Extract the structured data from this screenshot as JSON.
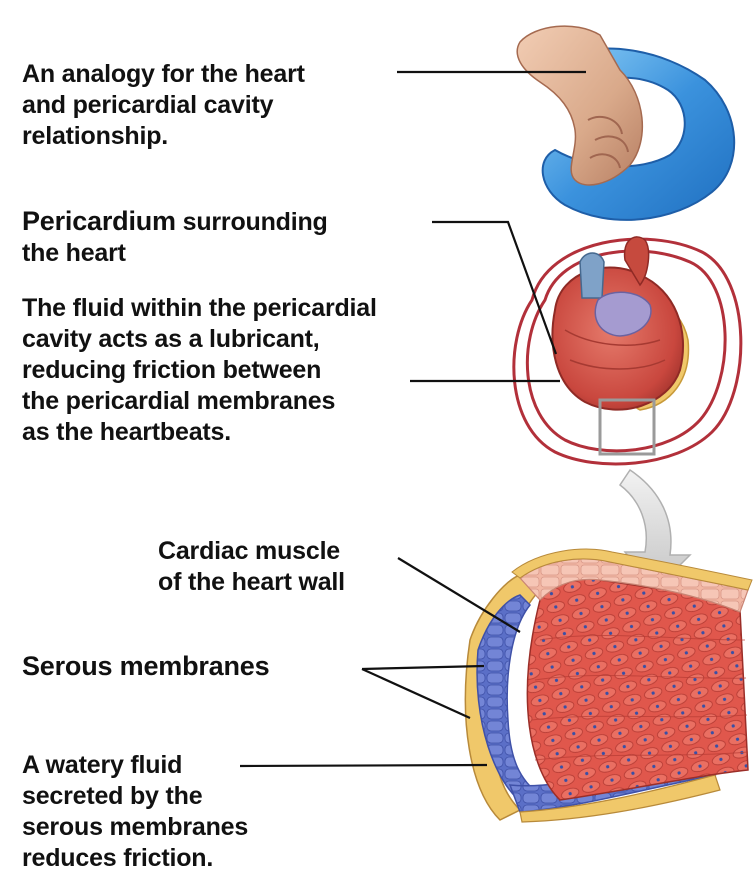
{
  "labels": {
    "analogy": {
      "line1": "An analogy for the heart",
      "line2_prefix": "and ",
      "line2_bold": "pericardial cavity",
      "line3": "relationship."
    },
    "pericardium": {
      "bold": "Pericardium",
      "rest": " surrounding",
      "line2": "the heart"
    },
    "fluid": {
      "line1": "The fluid within the pericardial",
      "line2": "cavity acts as a lubricant,",
      "line3": "reducing friction between",
      "line4": "the pericardial membranes",
      "line5": "as the heartbeats."
    },
    "cardiac": {
      "line1": "Cardiac muscle",
      "line2": "of the heart wall"
    },
    "serous": {
      "text": "Serous membranes"
    },
    "watery": {
      "line1": "A watery fluid",
      "line2": "secreted by the",
      "line3": "serous membranes",
      "line4": "reduces friction."
    }
  },
  "colors": {
    "balloon_blue": "#2f88d8",
    "balloon_light": "#7fc3f3",
    "skin": "#d9a98a",
    "heart_red": "#c9473e",
    "muscle_red": "#d8443c",
    "membrane_blue": "#5b6fc7",
    "fat_yellow": "#f0c86a",
    "arrow_gray": "#cfcfcf"
  }
}
